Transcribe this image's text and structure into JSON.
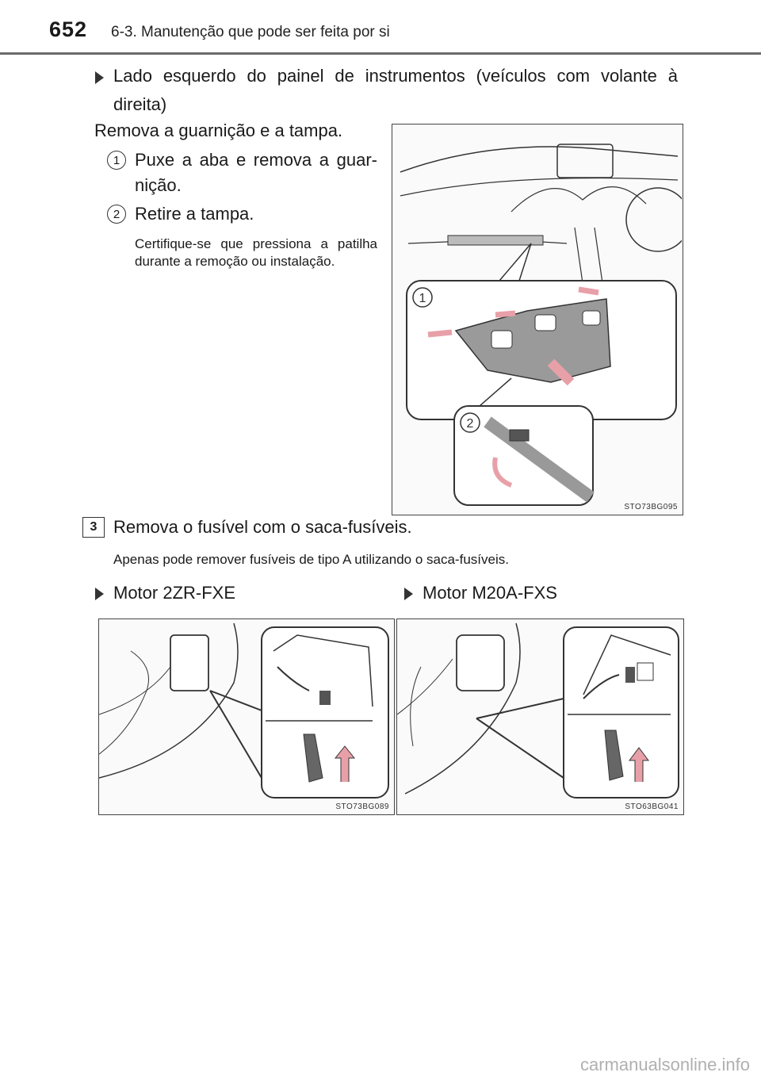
{
  "header": {
    "page_number": "652",
    "section_title": "6-3. Manutenção que pode ser feita por si"
  },
  "section": {
    "heading": "Lado esquerdo do painel de instrumentos (veículos com volante à direita)",
    "intro": "Remova a guarnição e a tampa.",
    "steps": [
      {
        "num": "1",
        "text": "Puxe a aba e remova a guar- nição."
      },
      {
        "num": "2",
        "text": "Retire a tampa."
      }
    ],
    "note": "Certifique-se que pressiona a patilha durante a remoção ou instalação.",
    "figure": {
      "code": "STO73BG095",
      "callouts": [
        "1",
        "2"
      ]
    }
  },
  "step3": {
    "num": "3",
    "text": "Remova o fusível com o saca-fusíveis.",
    "note": "Apenas pode remover fusíveis de tipo A utilizando o saca-fusíveis."
  },
  "engines": [
    {
      "label": "Motor 2ZR-FXE",
      "figure_code": "STO73BG089"
    },
    {
      "label": "Motor M20A-FXS",
      "figure_code": "STO63BG041"
    }
  ],
  "colors": {
    "arrow": "#e8a0a8",
    "panel": "#9a9a9a",
    "line": "#333333"
  },
  "footer": {
    "watermark": "carmanualsonline.info"
  }
}
